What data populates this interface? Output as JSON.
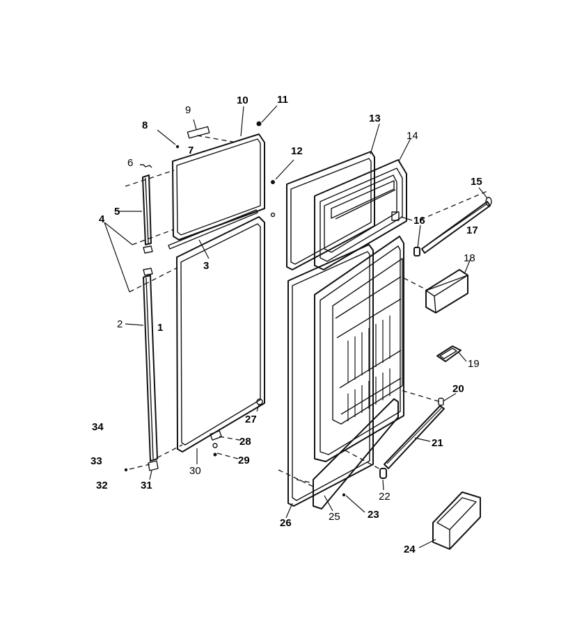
{
  "labels": {
    "l1": "1",
    "l2": "2",
    "l3": "3",
    "l4": "4",
    "l5": "5",
    "l6": "6",
    "l7": "7",
    "l8": "8",
    "l9": "9",
    "l10": "10",
    "l11": "11",
    "l12": "12",
    "l13": "13",
    "l14": "14",
    "l15": "15",
    "l16": "16",
    "l17": "17",
    "l18": "18",
    "l19": "19",
    "l20": "20",
    "l21": "21",
    "l22": "22",
    "l23": "23",
    "l24": "24",
    "l25": "25",
    "l26": "26",
    "l27": "27",
    "l28": "28",
    "l29": "29",
    "l30": "30",
    "l31": "31",
    "l32": "32",
    "l33": "33",
    "l34": "34"
  }
}
